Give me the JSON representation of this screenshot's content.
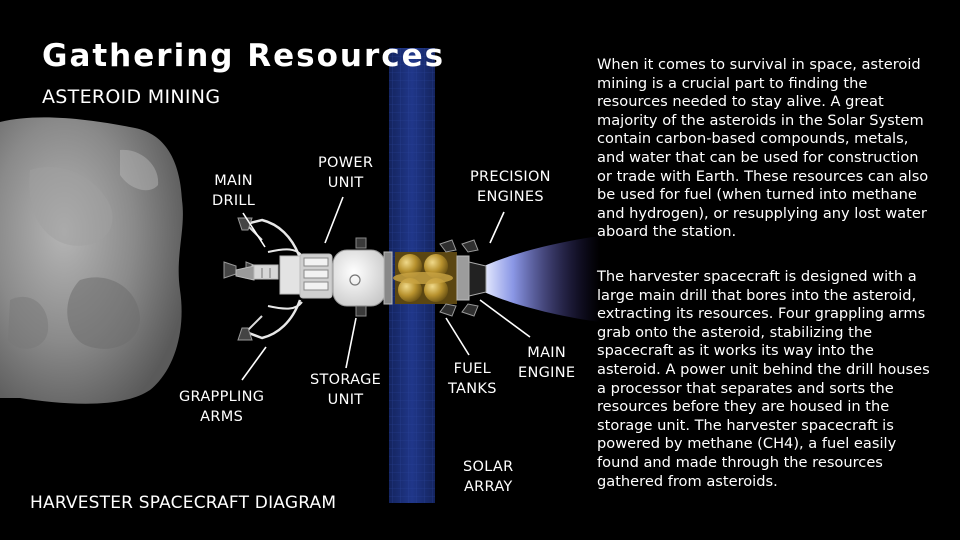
{
  "title": "Gathering Resources",
  "subtitle": "ASTEROID MINING",
  "footer": "HARVESTER SPACECRAFT DIAGRAM",
  "labels": {
    "main_drill": [
      "MAIN",
      "DRILL"
    ],
    "power_unit": [
      "POWER",
      "UNIT"
    ],
    "precision_engines": [
      "PRECISION",
      "ENGINES"
    ],
    "grappling_arms": [
      "GRAPPLING",
      "ARMS"
    ],
    "storage_unit": [
      "STORAGE",
      "UNIT"
    ],
    "fuel_tanks": [
      "FUEL",
      "TANKS"
    ],
    "main_engine": [
      "MAIN",
      "ENGINE"
    ],
    "solar_array": [
      "SOLAR",
      "ARRAY"
    ]
  },
  "paragraphs": [
    "When it comes to survival in space, asteroid mining is a crucial part to finding the resources needed to stay alive. A great majority of the asteroids in the Solar System contain carbon-based compounds, metals, and water that can be used for construction or trade with Earth. These resources can also be used for fuel (when turned into methane and hydrogen), or resupplying any lost water aboard the station.",
    "The harvester spacecraft is designed with a large main drill that bores into the asteroid, extracting its resources. Four grappling arms grab onto the asteroid, stabilizing the spacecraft as it works its way into the asteroid. A power unit behind the drill houses a processor that separates and sorts the resources before they are housed in the storage unit. The harvester spacecraft is powered by methane (CH4), a fuel easily found and made through the resources gathered from asteroids."
  ],
  "colors": {
    "background": "#000000",
    "text": "#ffffff",
    "solar_panel": "#1a2f78",
    "fuel_tank": "#b8922e",
    "engine_glow": "#8a9cff",
    "asteroid": "#8c8c8c"
  },
  "icons": [
    "asteroid-illustration",
    "spacecraft-illustration",
    "solar-panel",
    "engine-plume"
  ]
}
